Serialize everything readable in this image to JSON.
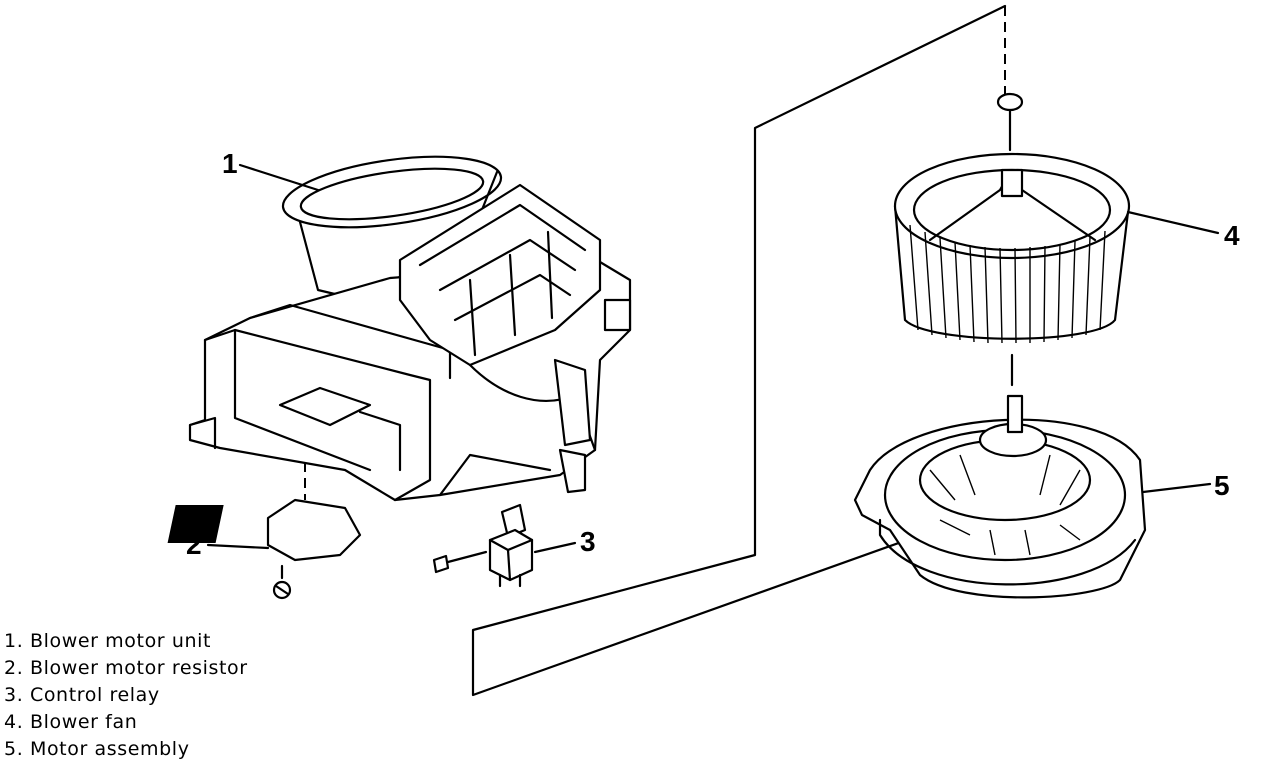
{
  "callouts": [
    {
      "label": "1"
    },
    {
      "label": "2"
    },
    {
      "label": "3"
    },
    {
      "label": "4"
    },
    {
      "label": "5"
    }
  ],
  "legend": [
    {
      "text": "1. Blower motor unit"
    },
    {
      "text": "2. Blower motor resistor"
    },
    {
      "text": "3. Control relay"
    },
    {
      "text": "4. Blower fan"
    },
    {
      "text": "5. Motor assembly"
    }
  ]
}
